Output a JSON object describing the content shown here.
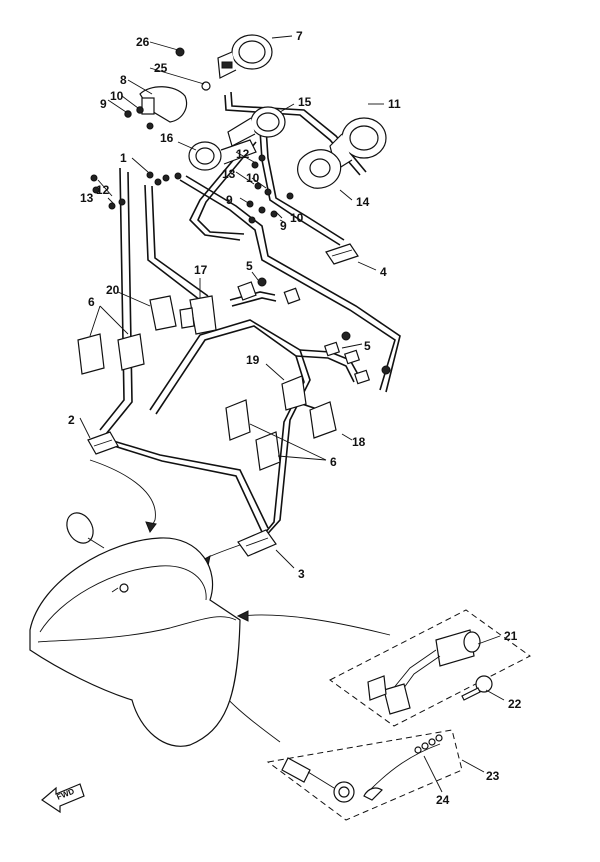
{
  "callouts": {
    "n1": "1",
    "n2": "2",
    "n3": "3",
    "n4": "4",
    "n5a": "5",
    "n5b": "5",
    "n6a": "6",
    "n6b": "6",
    "n7": "7",
    "n8": "8",
    "n9a": "9",
    "n9b": "9",
    "n9c": "9",
    "n10a": "10",
    "n10b": "10",
    "n10c": "10",
    "n11": "11",
    "n12a": "12",
    "n12b": "12",
    "n13a": "13",
    "n13b": "13",
    "n14": "14",
    "n15": "15",
    "n16": "16",
    "n17": "17",
    "n18": "18",
    "n19": "19",
    "n20": "20",
    "n21": "21",
    "n22": "22",
    "n23": "23",
    "n24": "24",
    "n25": "25",
    "n26": "26"
  },
  "direction_marker": {
    "label": "FWD"
  }
}
